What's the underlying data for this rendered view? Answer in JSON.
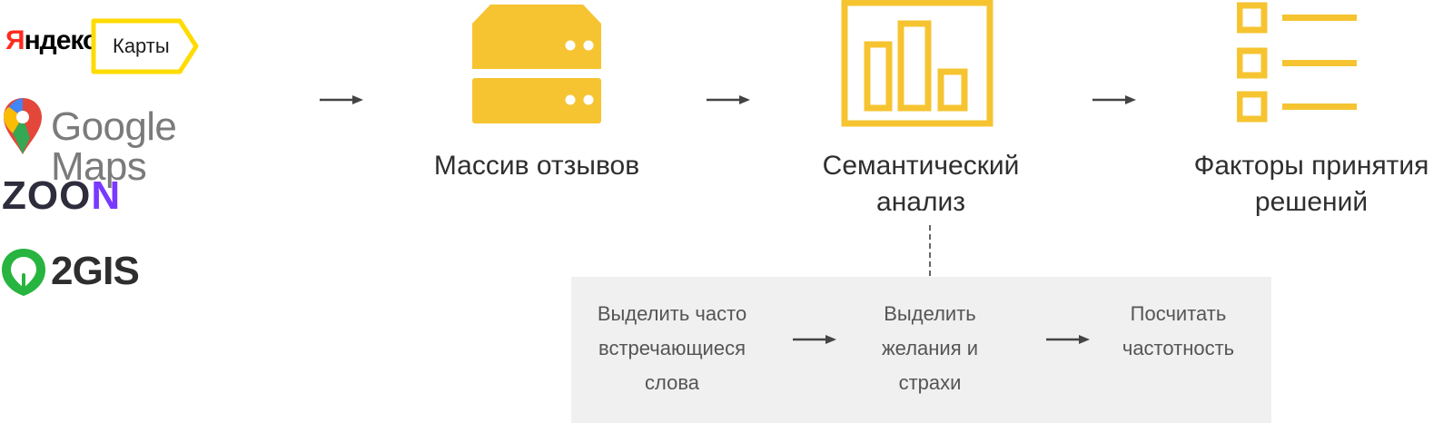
{
  "sources": {
    "yandex": {
      "brand_part1": "Я",
      "brand_part2": "ндекс",
      "badge_label": "Карты",
      "brand_red": "#ff2a1d",
      "badge_yellow": "#ffdb00"
    },
    "google_maps": {
      "label": "Google Maps",
      "icon": "map-pin-icon"
    },
    "zoon": {
      "part1": "Z",
      "part2": "OO",
      "part3": "N",
      "dark_color": "#2d2d3d",
      "accent_color": "#7a39ff"
    },
    "gis": {
      "label": "2GIS",
      "icon": "leaf-pin-icon",
      "accent_color": "#27b43f"
    }
  },
  "flow": {
    "review_array": {
      "label": "Массив отзывов",
      "icon": "server-icon"
    },
    "semantic_analysis": {
      "line1": "Семантический",
      "line2": "анализ",
      "icon": "bar-chart-icon"
    },
    "decision_factors": {
      "line1": "Факторы принятия",
      "line2": "решений",
      "icon": "checklist-icon"
    },
    "accent_color": "#f6c431",
    "arrow_color": "#444444"
  },
  "details": {
    "step1": {
      "line1": "Выделить часто",
      "line2": "встречающиеся",
      "line3": "слова"
    },
    "step2": {
      "line1": "Выделить",
      "line2": "желания и",
      "line3": "страхи"
    },
    "step3": {
      "line1": "Посчитать",
      "line2": "частотность"
    },
    "panel_color": "#f0f0f0"
  }
}
